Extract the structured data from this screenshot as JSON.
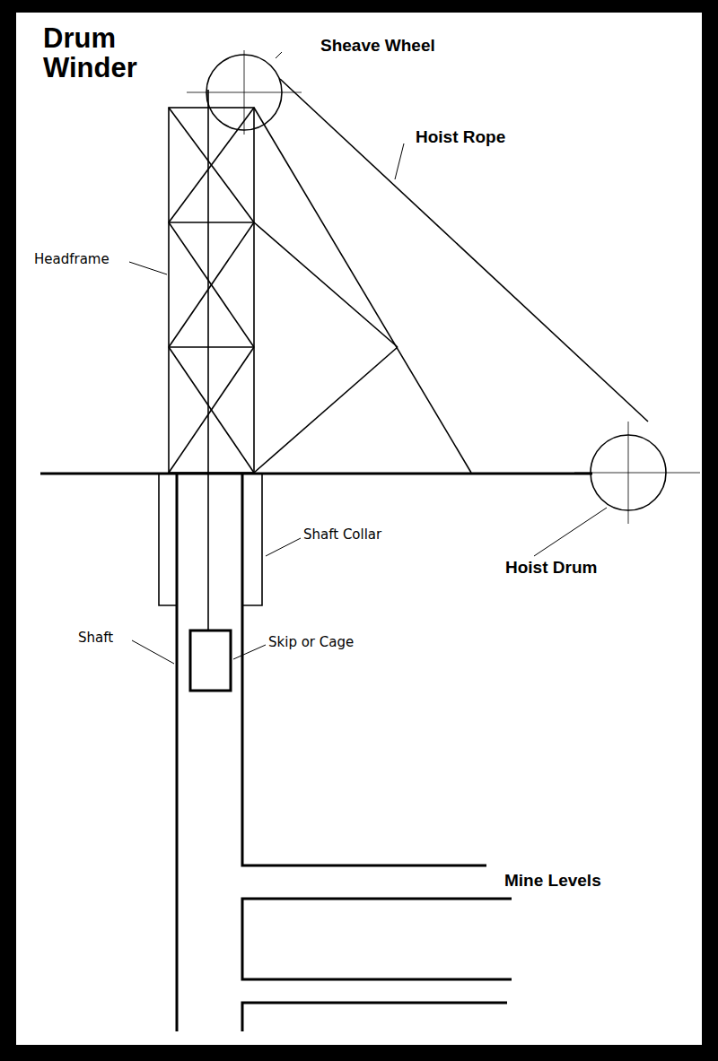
{
  "diagram": {
    "title": "Drum Winder",
    "labels": [
      "Sheave Wheel",
      "Hoist Rope",
      "Headframe",
      "Shaft Collar",
      "Hoist Drum",
      "Shaft",
      "Skip or Cage",
      "Mine Levels"
    ]
  }
}
